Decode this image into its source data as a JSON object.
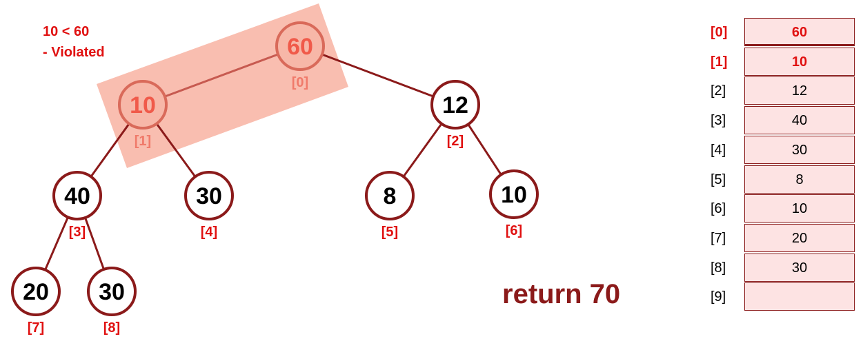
{
  "note": {
    "line1": "10 < 60",
    "line2": "- Violated"
  },
  "tree": {
    "nodes": [
      {
        "id": "n0",
        "value": "60",
        "index": "[0]",
        "highlight": true
      },
      {
        "id": "n1",
        "value": "10",
        "index": "[1]",
        "highlight": true
      },
      {
        "id": "n2",
        "value": "12",
        "index": "[2]",
        "highlight": false
      },
      {
        "id": "n3",
        "value": "40",
        "index": "[3]",
        "highlight": false
      },
      {
        "id": "n4",
        "value": "30",
        "index": "[4]",
        "highlight": false
      },
      {
        "id": "n5",
        "value": "8",
        "index": "[5]",
        "highlight": false
      },
      {
        "id": "n6",
        "value": "10",
        "index": "[6]",
        "highlight": false
      },
      {
        "id": "n7",
        "value": "20",
        "index": "[7]",
        "highlight": false
      },
      {
        "id": "n8",
        "value": "30",
        "index": "[8]",
        "highlight": false
      }
    ],
    "edges": [
      [
        "n0",
        "n1"
      ],
      [
        "n0",
        "n2"
      ],
      [
        "n1",
        "n3"
      ],
      [
        "n1",
        "n4"
      ],
      [
        "n2",
        "n5"
      ],
      [
        "n2",
        "n6"
      ],
      [
        "n3",
        "n7"
      ],
      [
        "n3",
        "n8"
      ]
    ]
  },
  "return_text": "return 70",
  "array": [
    {
      "index": "[0]",
      "value": "60",
      "state": "active"
    },
    {
      "index": "[1]",
      "value": "10",
      "state": "active"
    },
    {
      "index": "[2]",
      "value": "12",
      "state": ""
    },
    {
      "index": "[3]",
      "value": "40",
      "state": ""
    },
    {
      "index": "[4]",
      "value": "30",
      "state": ""
    },
    {
      "index": "[5]",
      "value": "8",
      "state": ""
    },
    {
      "index": "[6]",
      "value": "10",
      "state": ""
    },
    {
      "index": "[7]",
      "value": "20",
      "state": ""
    },
    {
      "index": "[8]",
      "value": "30",
      "state": ""
    },
    {
      "index": "[9]",
      "value": "",
      "state": ""
    }
  ],
  "colors": {
    "accent": "#8b1a1a",
    "index_label": "#e01010",
    "highlight_fill": "#f7b7a8",
    "highlight_text": "#f05a4a",
    "cell_fill": "#fde3e3"
  }
}
